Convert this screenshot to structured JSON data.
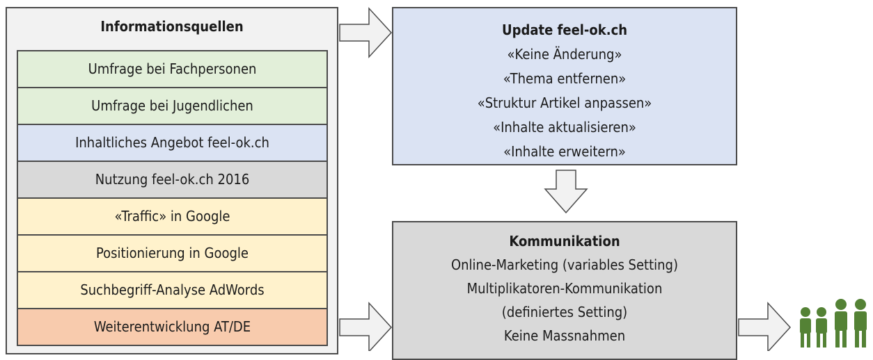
{
  "sources": {
    "title": "Informationsquellen",
    "items": [
      {
        "label": "Umfrage bei Fachpersonen",
        "color": "#e2efd9"
      },
      {
        "label": "Umfrage bei Jugendlichen",
        "color": "#e2efd9"
      },
      {
        "label": "Inhaltliches Angebot feel-ok.ch",
        "color": "#dbe3f3"
      },
      {
        "label": "Nutzung feel-ok.ch 2016",
        "color": "#d9d9d9"
      },
      {
        "label": "«Traffic» in Google",
        "color": "#fff2cc"
      },
      {
        "label": "Positionierung in Google",
        "color": "#fff2cc"
      },
      {
        "label": "Suchbegriff-Analyse AdWords",
        "color": "#fff2cc"
      },
      {
        "label": "Weiterentwicklung AT/DE",
        "color": "#f8cbad"
      }
    ]
  },
  "update": {
    "title": "Update feel-ok.ch",
    "lines": [
      "«Keine Änderung»",
      "«Thema entfernen»",
      "«Struktur Artikel anpassen»",
      "«Inhalte aktualisieren»",
      "«Inhalte erweitern»"
    ]
  },
  "communication": {
    "title": "Kommunikation",
    "lines": [
      "Online-Marketing (variables Setting)",
      "Multiplikatoren-Kommunikation",
      "(definiertes Setting)",
      "Keine Massnahmen"
    ]
  },
  "colors": {
    "border": "#4a4a4a",
    "arrow_fill": "#f2f2f2",
    "people_icon": "#548235"
  },
  "icons": [
    "right-arrow-icon",
    "down-arrow-icon",
    "people-group-icon"
  ]
}
